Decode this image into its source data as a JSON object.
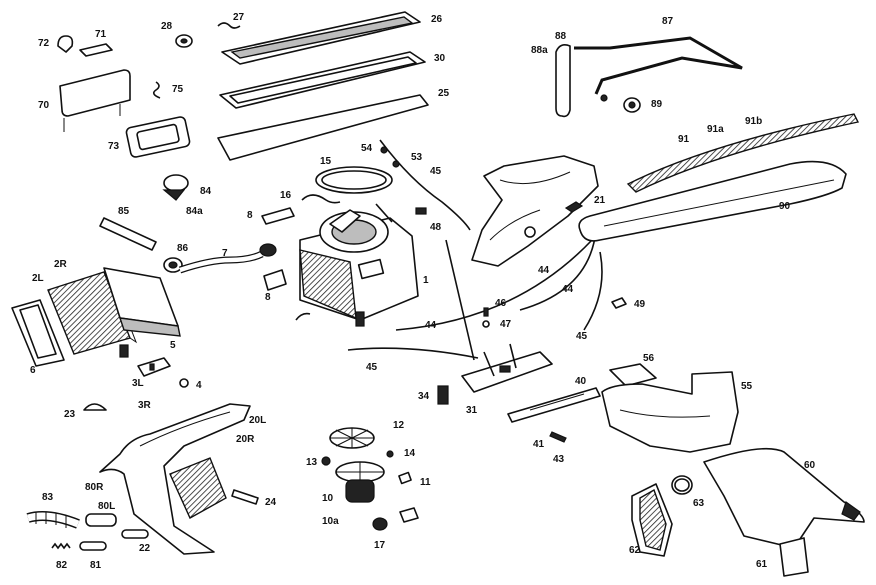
{
  "labels": {
    "l1": "1",
    "l3L": "3L",
    "l3R": "3R",
    "l4": "4",
    "l5": "5",
    "l6": "6",
    "l7": "7",
    "l8a": "8",
    "l8b": "8",
    "l10": "10",
    "l10a": "10a",
    "l11": "11",
    "l12": "12",
    "l13": "13",
    "l14": "14",
    "l15": "15",
    "l16": "16",
    "l17": "17",
    "l20L": "20L",
    "l20R": "20R",
    "l21": "21",
    "l22": "22",
    "l23": "23",
    "l24": "24",
    "l25": "25",
    "l26": "26",
    "l27": "27",
    "l28": "28",
    "l2L": "2L",
    "l2R": "2R",
    "l30": "30",
    "l31": "31",
    "l34": "34",
    "l40": "40",
    "l41": "41",
    "l43": "43",
    "l44a": "44",
    "l44b": "44",
    "l44c": "44",
    "l45a": "45",
    "l45b": "45",
    "l45c": "45",
    "l46": "46",
    "l47": "47",
    "l48": "48",
    "l49": "49",
    "l53": "53",
    "l54": "54",
    "l55": "55",
    "l56": "56",
    "l60": "60",
    "l61": "61",
    "l62": "62",
    "l63": "63",
    "l70": "70",
    "l71": "71",
    "l72": "72",
    "l73": "73",
    "l75": "75",
    "l80L": "80L",
    "l80R": "80R",
    "l81": "81",
    "l82": "82",
    "l83": "83",
    "l84": "84",
    "l84a": "84a",
    "l85": "85",
    "l86": "86",
    "l87": "87",
    "l88": "88",
    "l88a": "88a",
    "l89": "89",
    "l90": "90",
    "l91": "91",
    "l91a": "91a",
    "l91b": "91b"
  }
}
